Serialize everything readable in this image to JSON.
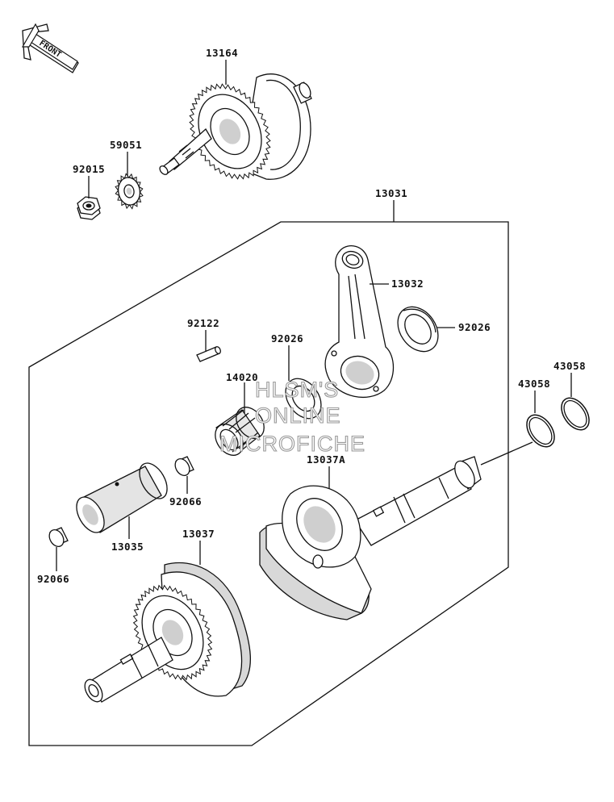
{
  "orientation": {
    "label": "FRONT"
  },
  "watermark": {
    "line1": "HLSM'S",
    "line2": "ONLINE",
    "line3": "MICROFICHE"
  },
  "parts": [
    {
      "number": "13164"
    },
    {
      "number": "59051"
    },
    {
      "number": "92015"
    },
    {
      "number": "13031"
    },
    {
      "number": "13032"
    },
    {
      "number": "92026"
    },
    {
      "number": "92122"
    },
    {
      "number": "92026"
    },
    {
      "number": "14020"
    },
    {
      "number": "43058"
    },
    {
      "number": "43058"
    },
    {
      "number": "13037A"
    },
    {
      "number": "92066"
    },
    {
      "number": "13035"
    },
    {
      "number": "13037"
    },
    {
      "number": "92066"
    }
  ]
}
